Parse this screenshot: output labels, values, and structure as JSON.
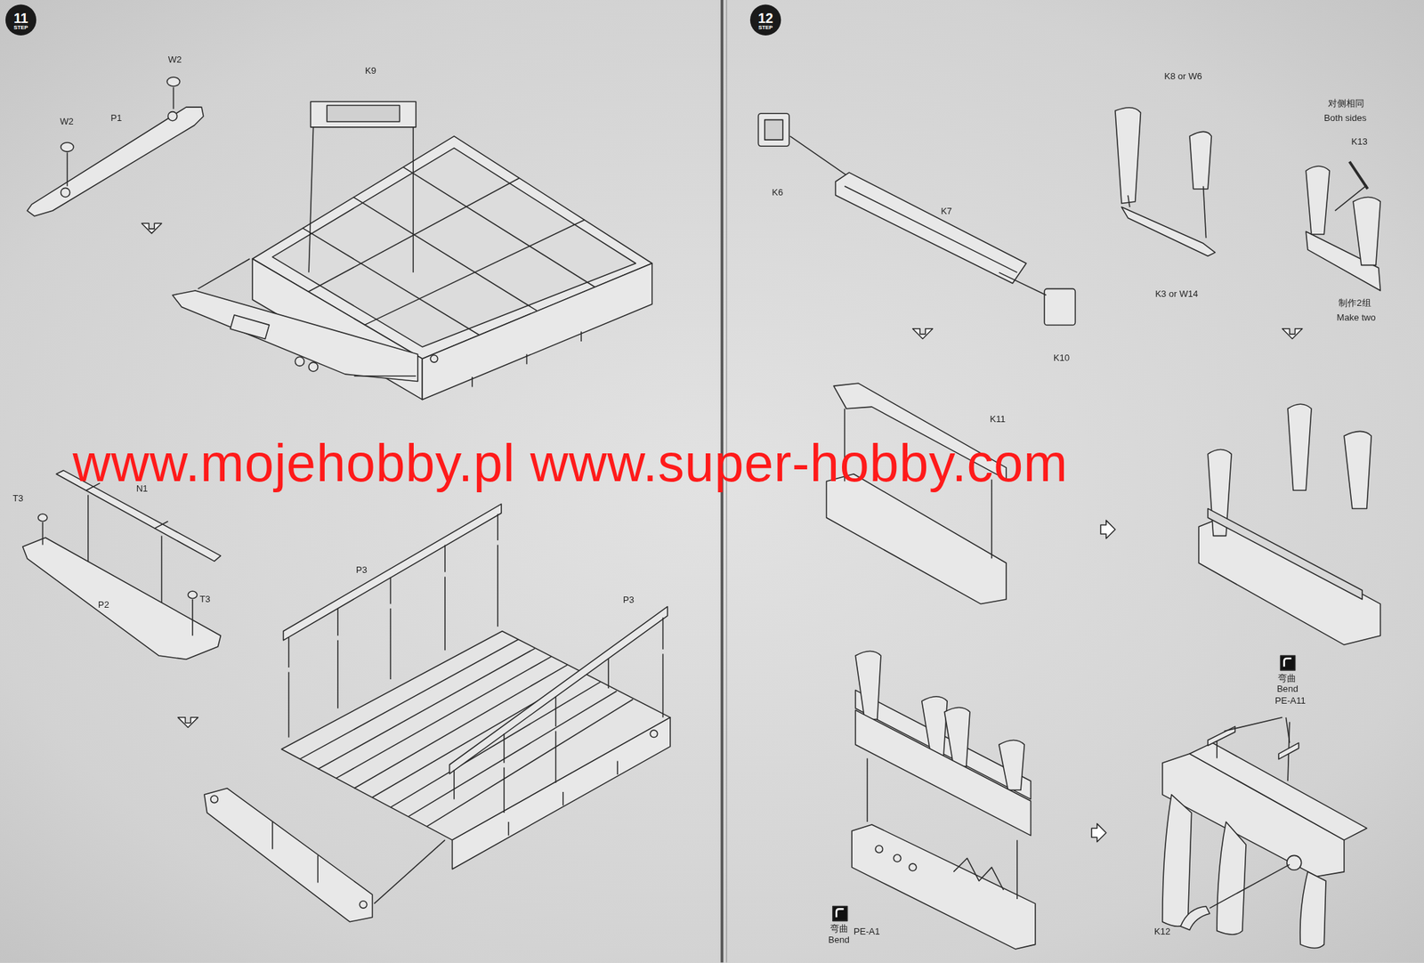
{
  "diagram": {
    "nodes": [
      {
        "text": [
          "11",
          "STEP"
        ]
      },
      {
        "text": [
          "12",
          "STEP"
        ]
      }
    ],
    "labels": [
      "W2",
      "W2",
      "P1",
      "K9",
      "N1",
      "T3",
      "T3",
      "P2",
      "P3",
      "P3",
      "www.mojehobby.pl www.super-hobby.com",
      "K6",
      "K7",
      "K10",
      "K8 or W6",
      "K3 or W14",
      "对侧相同",
      "Both sides",
      "K13",
      "制作2组",
      "Make two",
      "K11",
      "弯曲",
      "Bend",
      "PE-A11",
      "K12",
      "PE-A1",
      "弯曲",
      "Bend"
    ]
  }
}
